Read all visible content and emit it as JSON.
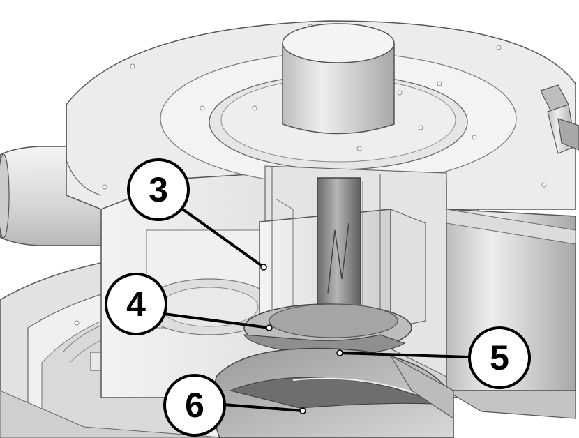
{
  "callouts": [
    {
      "id": "3",
      "label": "3"
    },
    {
      "id": "4",
      "label": "4"
    },
    {
      "id": "5",
      "label": "5"
    },
    {
      "id": "6",
      "label": "6"
    }
  ],
  "colors": {
    "shade_light": "#f1f1f1",
    "shade_mid": "#d4d4d4",
    "shade_dark": "#9a9a9a",
    "shade_deep": "#6e6e6e",
    "outline": "#555555",
    "callout_stroke": "#000000",
    "callout_fill": "#ffffff"
  }
}
